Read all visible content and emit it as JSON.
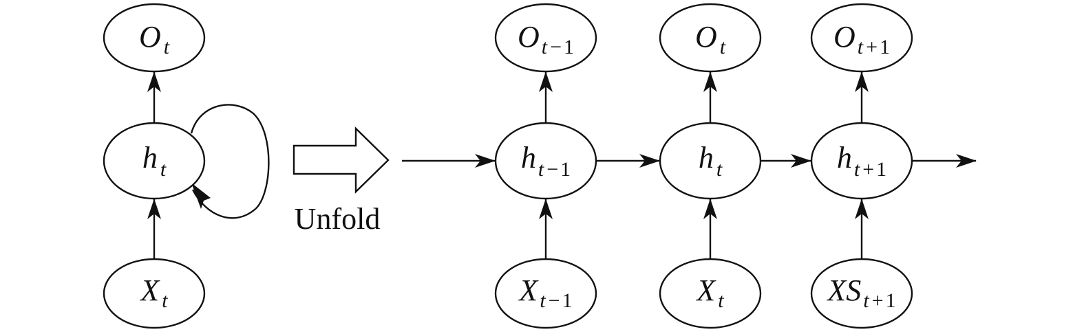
{
  "folded": {
    "output": {
      "main": "O",
      "sub": "t"
    },
    "hidden": {
      "main": "h",
      "sub": "t"
    },
    "input": {
      "main": "X",
      "sub": "t"
    }
  },
  "unfold_label": "Unfold",
  "steps": [
    {
      "output": {
        "main": "O",
        "sub": "t",
        "op": "−",
        "num": "1"
      },
      "hidden": {
        "main": "h",
        "sub": "t",
        "op": "−",
        "num": "1"
      },
      "input": {
        "main": "X",
        "sub": "t",
        "op": "−",
        "num": "1"
      }
    },
    {
      "output": {
        "main": "O",
        "sub": "t",
        "op": "",
        "num": ""
      },
      "hidden": {
        "main": "h",
        "sub": "t",
        "op": "",
        "num": ""
      },
      "input": {
        "main": "X",
        "sub": "t",
        "op": "",
        "num": ""
      }
    },
    {
      "output": {
        "main": "O",
        "sub": "t",
        "op": "+",
        "num": "1"
      },
      "hidden": {
        "main": "h",
        "sub": "t",
        "op": "+",
        "num": "1"
      },
      "input": {
        "main": "XS",
        "sub": "t",
        "op": "+",
        "num": "1"
      }
    }
  ]
}
